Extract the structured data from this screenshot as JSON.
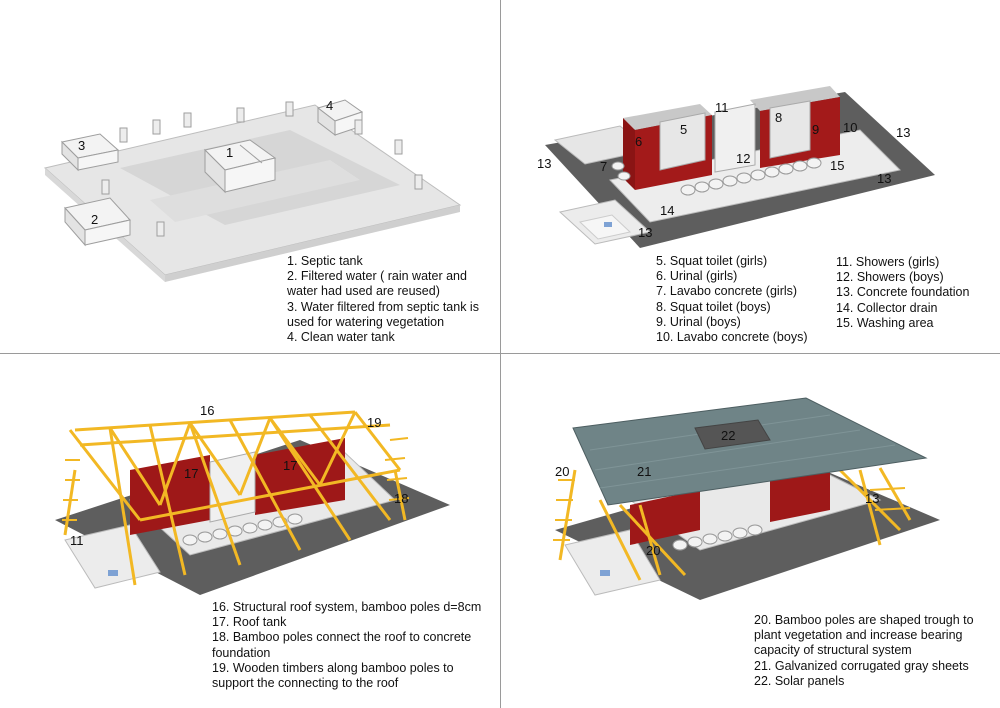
{
  "panels": [
    {
      "id": "foundation",
      "legend": [
        "1. Septic tank",
        "2. Filtered water ( rain water and water had used are reused)",
        "3. Water filtered from septic tank is used for watering vegetation",
        "4. Clean water tank"
      ],
      "labels": [
        "1",
        "2",
        "3",
        "4"
      ]
    },
    {
      "id": "walls",
      "legend_left": [
        "5. Squat toilet (girls)",
        "6. Urinal (girls)",
        "7. Lavabo concrete (girls)",
        "8. Squat toilet (boys)",
        "9. Urinal (boys)",
        "10. Lavabo concrete (boys)"
      ],
      "legend_right": [
        "11. Showers (girls)",
        "12. Showers (boys)",
        "13. Concrete foundation",
        "14. Collector drain",
        "15. Washing area"
      ],
      "labels": [
        "11",
        "5",
        "8",
        "9",
        "10",
        "13",
        "6",
        "12",
        "13",
        "7",
        "15",
        "13",
        "14",
        "13"
      ]
    },
    {
      "id": "roof-structure",
      "legend": [
        "16. Structural roof system, bamboo poles d=8cm",
        "17. Roof tank",
        "18. Bamboo poles connect the roof to concrete foundation",
        "19. Wooden timbers along bamboo poles to support the connecting to the roof"
      ],
      "labels": [
        "16",
        "19",
        "17",
        "17",
        "18",
        "11"
      ]
    },
    {
      "id": "roof",
      "legend": [
        "20. Bamboo poles are shaped trough to plant vegetation and increase bearing capacity of structural system",
        "21. Galvanized corrugated gray sheets",
        "22. Solar panels"
      ],
      "labels": [
        "22",
        "20",
        "21",
        "13",
        "20"
      ]
    }
  ],
  "colors": {
    "ground_dark": "#5e5e5e",
    "slab_light": "#e8e8e8",
    "wall_red": "#8a1414",
    "bamboo": "#f2b824",
    "roof": "#6f8487",
    "solar": "#5a5a5a"
  }
}
